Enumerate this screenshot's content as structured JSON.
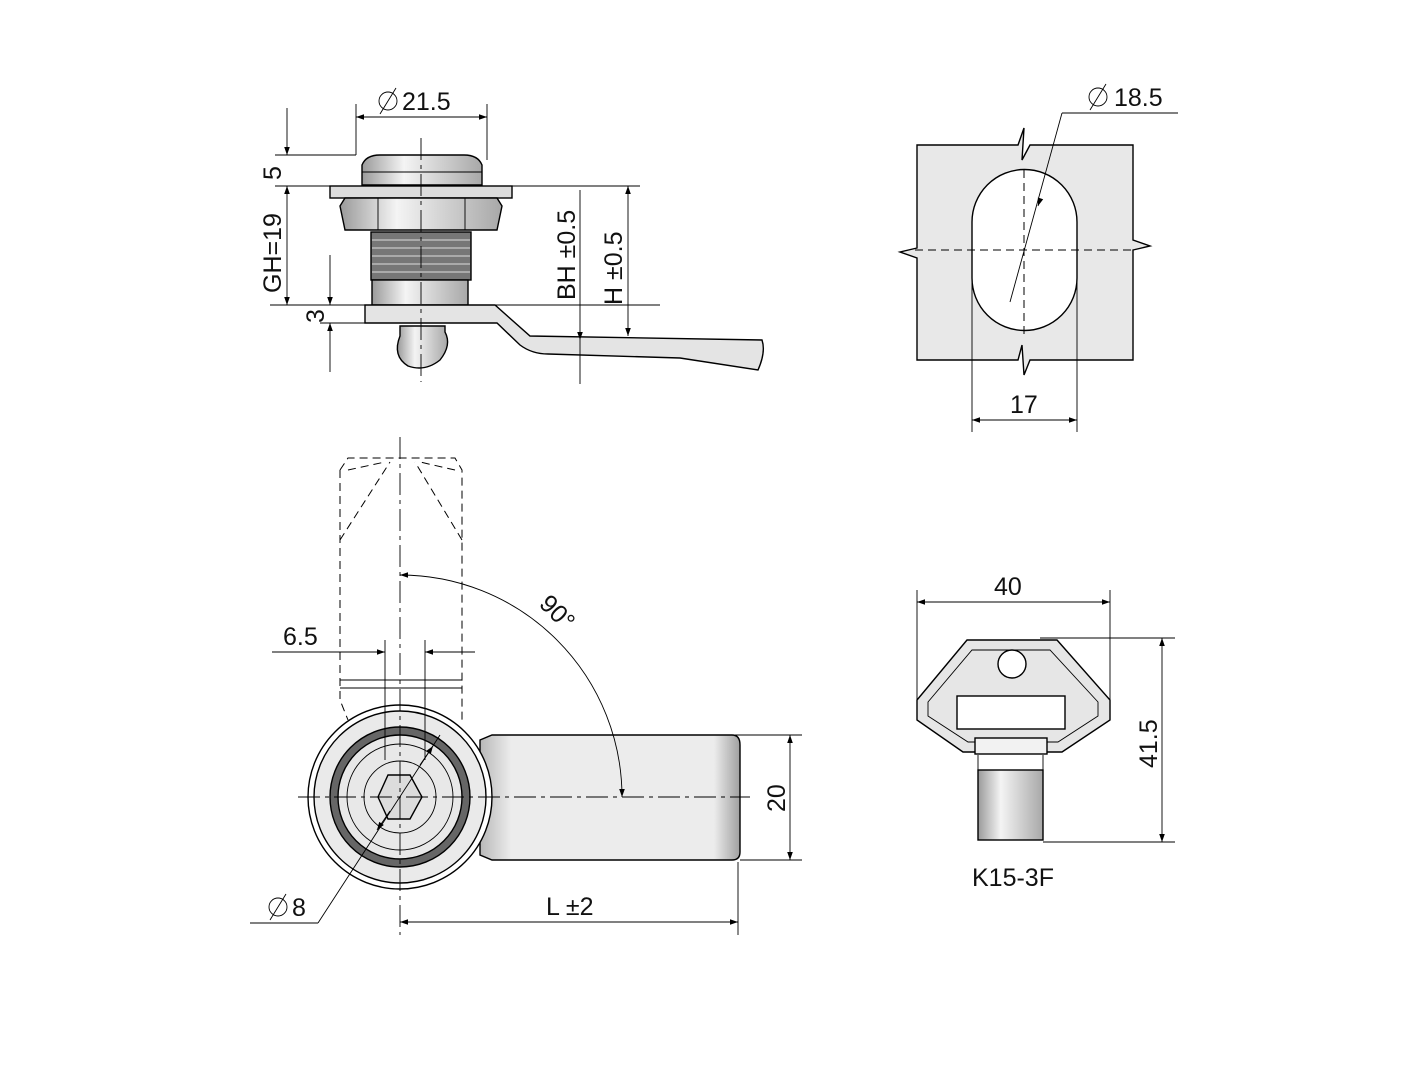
{
  "colors": {
    "part_fill": "#e6e6e6",
    "part_dark": "#8a8a8a",
    "panel_fill": "#e8e8e8"
  },
  "side_view": {
    "diameter_label": "21.5",
    "dim_cap": "5",
    "dim_gh": "GH=19",
    "dim_cam": "3",
    "dim_bh": "BH ±0.5",
    "dim_h": "H ±0.5"
  },
  "cutout_view": {
    "diameter_label": "18.5",
    "width_label": "17"
  },
  "front_view": {
    "angle_label": "90°",
    "cam_width_label": "6.5",
    "shaft_diameter_label": "8",
    "length_label": "L ±2",
    "cam_height_label": "20"
  },
  "key_view": {
    "width_label": "40",
    "height_label": "41.5",
    "model_label": "K15-3F"
  }
}
